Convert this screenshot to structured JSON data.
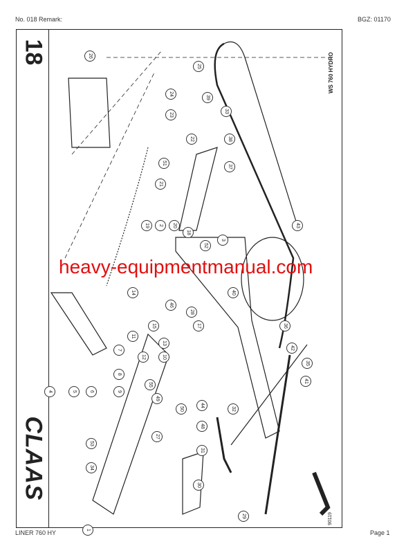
{
  "header": {
    "left": "No. 018   Remark:",
    "right": "BGZ: 01170"
  },
  "footer": {
    "left": "LINER 760 HY",
    "right": "Page 1"
  },
  "plate": {
    "number": "18",
    "brand": "CLAAS",
    "model": "WS 760 HYDRO",
    "drawing_number": "90119"
  },
  "callouts": [
    "26",
    "25",
    "24",
    "23",
    "22",
    "39",
    "33",
    "38",
    "37",
    "21",
    "51",
    "19",
    "2",
    "20",
    "18",
    "43",
    "3",
    "52",
    "14",
    "40",
    "46",
    "17",
    "15",
    "13",
    "10",
    "11",
    "12",
    "7",
    "8",
    "9",
    "6",
    "5",
    "4",
    "55",
    "49",
    "41",
    "35",
    "42",
    "36",
    "44",
    "48",
    "31",
    "30",
    "29",
    "1",
    "34",
    "53",
    "32",
    "27",
    "50",
    "28"
  ],
  "watermark": "heavy-equipmentmanual.com"
}
